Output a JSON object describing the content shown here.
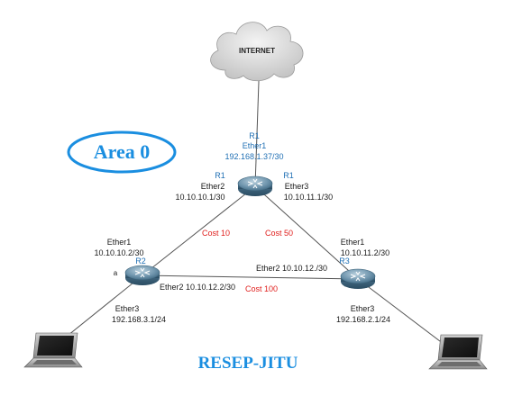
{
  "cloud": {
    "label": "INTERNET"
  },
  "area": {
    "label": "Area 0"
  },
  "title": "RESEP-JITU",
  "r1": {
    "top_name": "R1",
    "top_iface": "Ether1",
    "top_ip": "192.168.1.37/30",
    "left_name": "R1",
    "left_iface": "Ether2",
    "left_ip": "10.10.10.1/30",
    "right_name": "R1",
    "right_iface": "Ether3",
    "right_ip": "10.10.11.1/30"
  },
  "r2": {
    "iface1": "Ether1",
    "ip1": "10.10.10.2/30",
    "name": "R2",
    "marker": "a",
    "iface2_label": "Ether2 10.10.12.2/30",
    "iface3": "Ether3",
    "ip3": "192.168.3.1/24"
  },
  "r3": {
    "iface1": "Ether1",
    "ip1": "10.10.11.2/30",
    "iface2_label": "Ether2 10.10.12./30",
    "name": "R3",
    "iface3": "Ether3",
    "ip3": "192.168.2.1/24"
  },
  "costs": {
    "r1_r2": "Cost 10",
    "r1_r3": "Cost 50",
    "r2_r3": "Cost 100"
  },
  "colors": {
    "label_blue": "#1f6fb4",
    "cost_red": "#e0201e",
    "accent_blue": "#1a8ee0"
  }
}
